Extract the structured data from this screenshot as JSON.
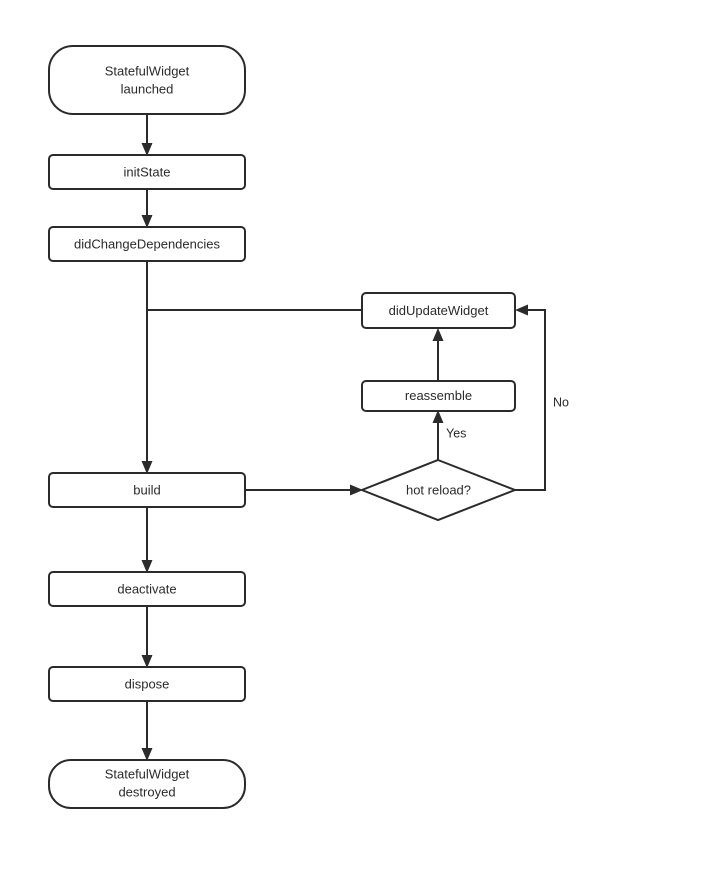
{
  "diagram": {
    "title": "StatefulWidget lifecycle flowchart",
    "type": "flowchart",
    "background_color": "#ffffff",
    "stroke_color": "#2b2b2b",
    "text_color": "#2b2b2b",
    "fill_color": "#ffffff"
  },
  "nodes": {
    "start": {
      "id": "start",
      "shape": "terminator",
      "line1": "StatefulWidget",
      "line2": "launched"
    },
    "init_state": {
      "id": "initState",
      "shape": "process",
      "label": "initState"
    },
    "did_change_dependencies": {
      "id": "didChangeDependencies",
      "shape": "process",
      "label": "didChangeDependencies"
    },
    "did_update_widget": {
      "id": "didUpdateWidget",
      "shape": "process",
      "label": "didUpdateWidget"
    },
    "reassemble": {
      "id": "reassemble",
      "shape": "process",
      "label": "reassemble"
    },
    "build": {
      "id": "build",
      "shape": "process",
      "label": "build"
    },
    "hot_reload": {
      "id": "hotReload",
      "shape": "decision",
      "label": "hot reload?"
    },
    "deactivate": {
      "id": "deactivate",
      "shape": "process",
      "label": "deactivate"
    },
    "dispose": {
      "id": "dispose",
      "shape": "process",
      "label": "dispose"
    },
    "end": {
      "id": "end",
      "shape": "terminator",
      "line1": "StatefulWidget",
      "line2": "destroyed"
    }
  },
  "edge_labels": {
    "yes": "Yes",
    "no": "No"
  },
  "edges": [
    {
      "from": "start",
      "to": "initState",
      "label": ""
    },
    {
      "from": "initState",
      "to": "didChangeDependencies",
      "label": ""
    },
    {
      "from": "didChangeDependencies",
      "to": "build",
      "label": ""
    },
    {
      "from": "didChangeDependencies",
      "to": "didUpdateWidget",
      "label": ""
    },
    {
      "from": "didUpdateWidget",
      "to": "build",
      "label": ""
    },
    {
      "from": "build",
      "to": "hotReload",
      "label": ""
    },
    {
      "from": "hotReload",
      "to": "reassemble",
      "label": "Yes"
    },
    {
      "from": "reassemble",
      "to": "didUpdateWidget",
      "label": ""
    },
    {
      "from": "hotReload",
      "to": "didUpdateWidget",
      "label": "No"
    },
    {
      "from": "build",
      "to": "deactivate",
      "label": ""
    },
    {
      "from": "deactivate",
      "to": "dispose",
      "label": ""
    },
    {
      "from": "dispose",
      "to": "end",
      "label": ""
    }
  ]
}
